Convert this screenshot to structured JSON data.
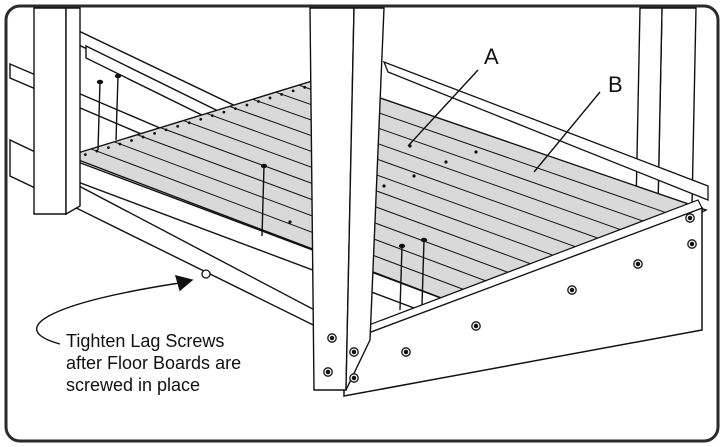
{
  "labels": {
    "board_a": "A",
    "board_b": "B"
  },
  "note": {
    "line1": "Tighten Lag Screws",
    "line2": "after Floor Boards are",
    "line3": "screwed in place"
  },
  "colors": {
    "floor": "#d9d9d9",
    "line": "#111111",
    "frame": "#2a2a2a",
    "wood": "#ffffff"
  }
}
